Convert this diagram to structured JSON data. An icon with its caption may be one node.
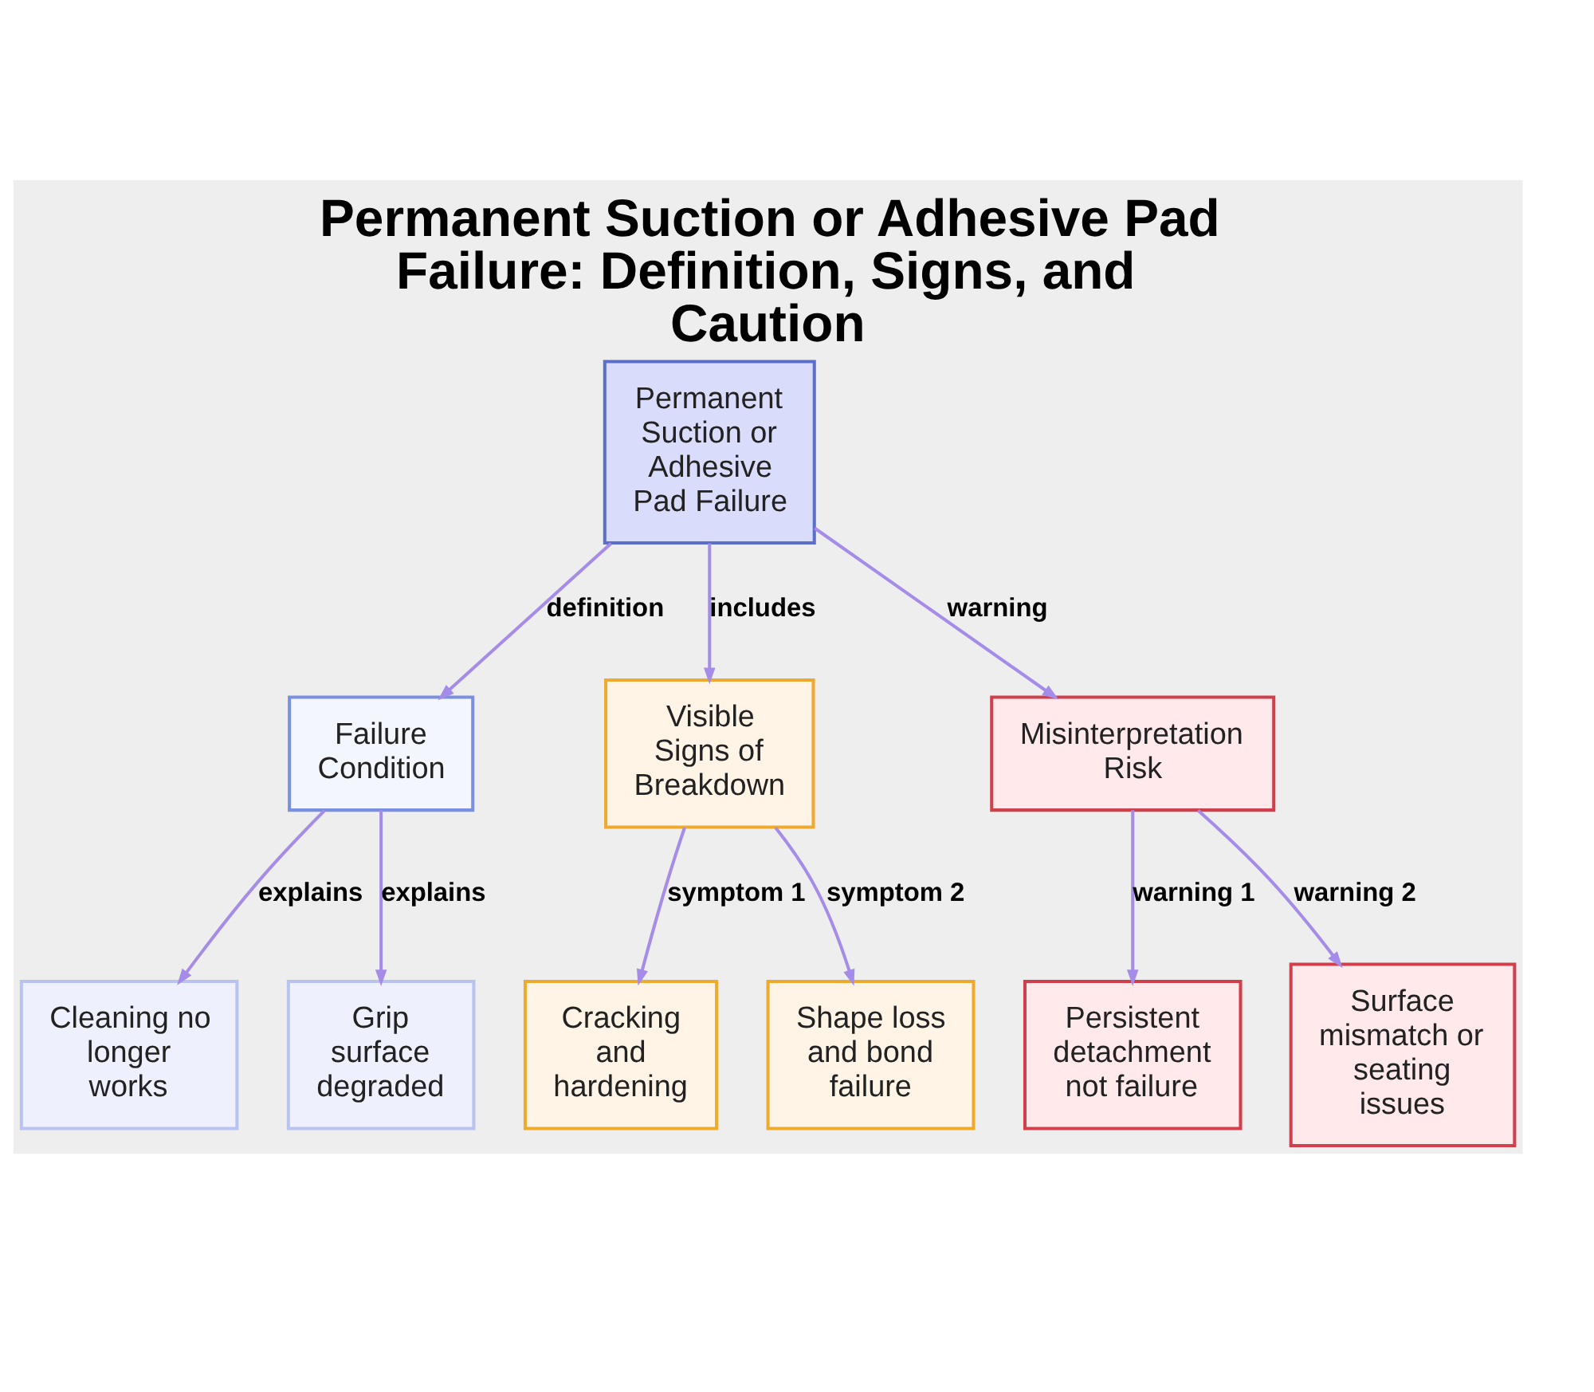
{
  "diagram": {
    "title": "Permanent Suction or Adhesive Pad Failure: Definition, Signs, and Caution",
    "nodes": [
      {
        "text": [
          "Permanent Suction or Adhesive Pad Failure"
        ]
      },
      {
        "text": [
          "Failure Condition"
        ]
      },
      {
        "text": [
          "Visible Signs of Breakdown"
        ]
      },
      {
        "text": [
          "Misinterpretation Risk"
        ]
      },
      {
        "text": [
          "Cleaning no longer works"
        ]
      },
      {
        "text": [
          "Grip surface degraded"
        ]
      },
      {
        "text": [
          "Cracking and hardening"
        ]
      },
      {
        "text": [
          "Shape loss and bond failure"
        ]
      },
      {
        "text": [
          "Persistent detachment not failure"
        ]
      },
      {
        "text": [
          "Surface mismatch or seating issues"
        ]
      }
    ],
    "edges": [
      {
        "from": 0,
        "to": 1,
        "arrow": "to",
        "label": "definition"
      },
      {
        "from": 0,
        "to": 2,
        "arrow": "to",
        "label": "includes"
      },
      {
        "from": 0,
        "to": 3,
        "arrow": "to",
        "label": "warning"
      },
      {
        "from": 1,
        "to": 4,
        "arrow": "to",
        "label": "explains"
      },
      {
        "from": 1,
        "to": 5,
        "arrow": "to",
        "label": "explains"
      },
      {
        "from": 2,
        "to": 6,
        "arrow": "to",
        "label": "symptom 1"
      },
      {
        "from": 2,
        "to": 7,
        "arrow": "to",
        "label": "symptom 2"
      },
      {
        "from": 3,
        "to": 8,
        "arrow": "to",
        "label": "warning 1"
      },
      {
        "from": 3,
        "to": 9,
        "arrow": "to",
        "label": "warning 2"
      }
    ]
  }
}
